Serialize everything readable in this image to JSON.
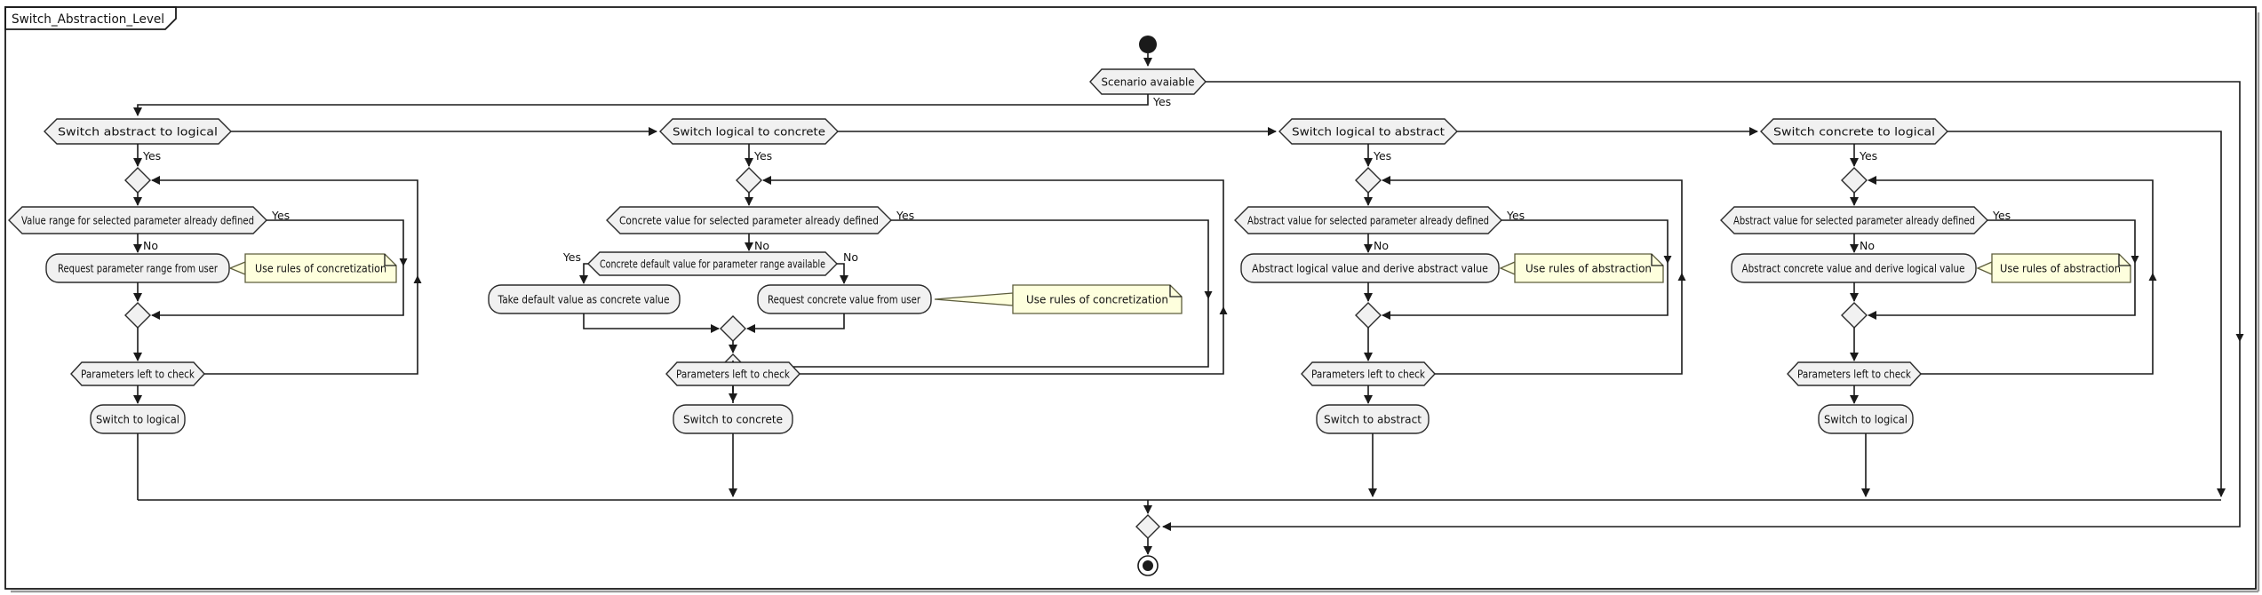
{
  "frame": {
    "title": "Switch_Abstraction_Level"
  },
  "labels": {
    "yes": "Yes",
    "no": "No"
  },
  "scenario": {
    "label": "Scenario avaiable",
    "yes": "Yes"
  },
  "branches": [
    {
      "title": "Switch abstract to logical",
      "guard_yes": "Yes",
      "decision": "Value range for selected parameter already defined",
      "decision_yes": "Yes",
      "decision_no": "No",
      "action": "Request parameter range from user",
      "note": "Use rules of concretization",
      "loop_check": "Parameters left to check",
      "final_action": "Switch to logical"
    },
    {
      "title": "Switch logical to concrete",
      "guard_yes": "Yes",
      "decision": "Concrete value for selected parameter already defined",
      "decision_yes": "Yes",
      "decision_no": "No",
      "sub_decision": "Concrete default value for parameter range available",
      "sub_yes": "Yes",
      "sub_no": "No",
      "action_yes": "Take default value as concrete value",
      "action_no": "Request concrete value from user",
      "note": "Use rules of concretization",
      "loop_check": "Parameters left to check",
      "final_action": "Switch to concrete"
    },
    {
      "title": "Switch logical to abstract",
      "guard_yes": "Yes",
      "decision": "Abstract value for selected parameter already defined",
      "decision_yes": "Yes",
      "decision_no": "No",
      "action": "Abstract logical value and derive abstract value",
      "note": "Use rules of abstraction",
      "loop_check": "Parameters left to check",
      "final_action": "Switch to abstract"
    },
    {
      "title": "Switch concrete to logical",
      "guard_yes": "Yes",
      "decision": "Abstract value for selected parameter already defined",
      "decision_yes": "Yes",
      "decision_no": "No",
      "action": "Abstract concrete value and derive logical value",
      "note": "Use rules of abstraction",
      "loop_check": "Parameters left to check",
      "final_action": "Switch to logical"
    }
  ]
}
